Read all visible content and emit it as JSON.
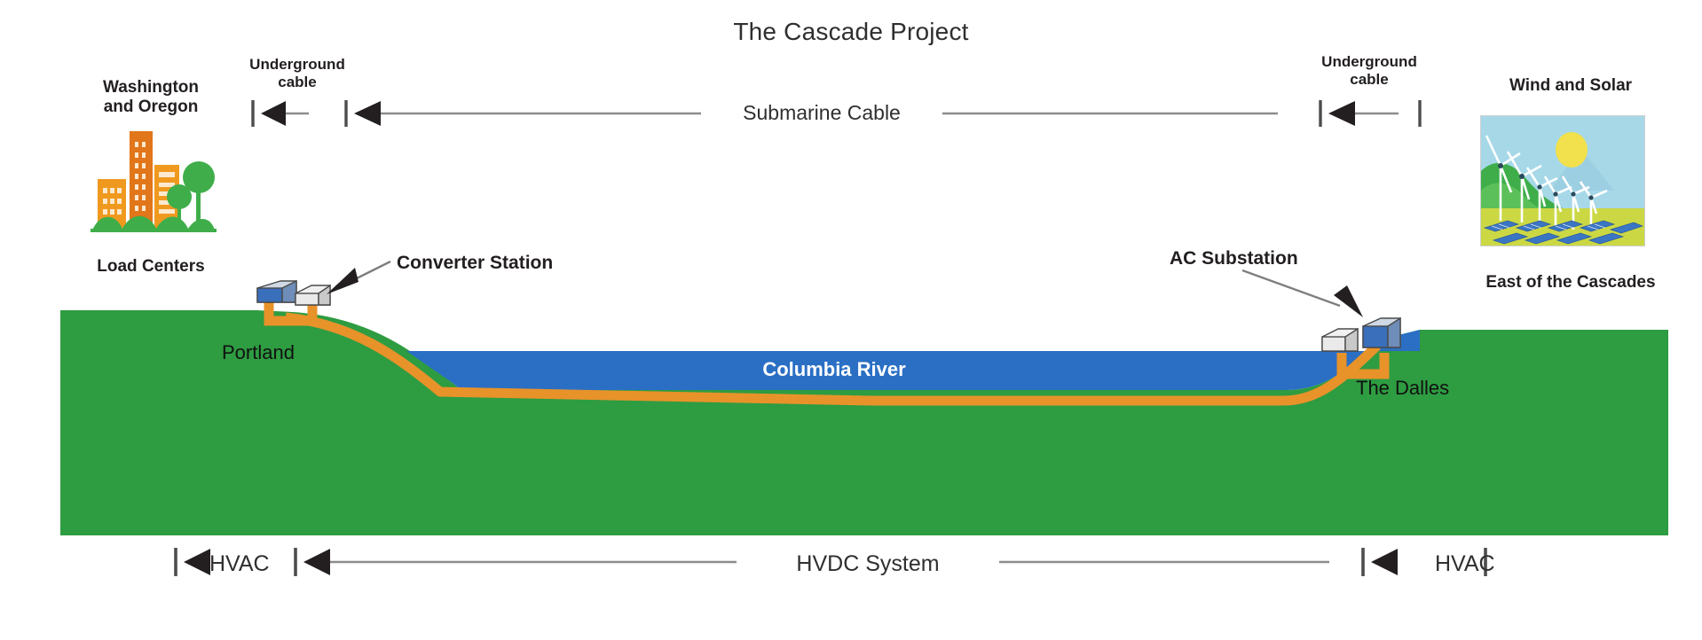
{
  "title": "The Cascade Project",
  "labels": {
    "washington_oregon": "Washington\nand Oregon",
    "load_centers": "Load Centers",
    "underground_cable_left": "Underground\ncable",
    "underground_cable_right": "Underground\ncable",
    "submarine_cable": "Submarine Cable",
    "converter_station": "Converter Station",
    "ac_substation": "AC Substation",
    "wind_and_solar": "Wind and Solar",
    "east_of_the_cascades": "East of the Cascades",
    "portland": "Portland",
    "the_dalles": "The Dalles",
    "columbia_river": "Columbia River",
    "hvac_left": "HVAC",
    "hvac_right": "HVAC",
    "hvdc_system": "HVDC System"
  },
  "colors": {
    "land_green": "#2e9c41",
    "river_blue": "#2a6fc4",
    "cable_orange": "#e8922a",
    "building_blue": "#3a6fbc",
    "building_grey": "#e6e6e6",
    "city_orange": "#f0991f",
    "city_dark_orange": "#e1761a",
    "tree_green": "#3fae4a",
    "sky_blue": "#a6d8e8",
    "sun_yellow": "#f2e14c",
    "panel_blue": "#3a76c4",
    "text_dark": "#231f20",
    "line_grey": "#8c8c8c"
  },
  "icons": {
    "city": "city-buildings-icon",
    "wind_solar": "wind-and-solar-farm-icon",
    "converter_station_marker": "arrow-pointer-icon",
    "ac_substation_marker": "arrow-pointer-icon"
  },
  "chart_data": {
    "type": "diagram",
    "title": "The Cascade Project",
    "description": "Cross-section schematic of an HVDC transmission link between Portland (Washington and Oregon load centers) and The Dalles (east of the Cascades wind and solar generation), crossing under the Columbia River.",
    "segments": [
      {
        "name": "HVAC",
        "side": "west",
        "label": "HVAC"
      },
      {
        "name": "Underground cable",
        "side": "west",
        "label": "Underground\ncable"
      },
      {
        "name": "Submarine Cable",
        "side": "center",
        "label": "Submarine Cable"
      },
      {
        "name": "Underground cable",
        "side": "east",
        "label": "Underground\ncable"
      },
      {
        "name": "HVAC",
        "side": "east",
        "label": "HVAC"
      },
      {
        "name": "HVDC System",
        "side": "full-span",
        "label": "HVDC System"
      }
    ],
    "endpoints": [
      {
        "name": "Portland",
        "facility": "Converter Station",
        "region": "Washington and Oregon",
        "kind": "Load Centers"
      },
      {
        "name": "The Dalles",
        "facility": "AC Substation",
        "region": "East of the Cascades",
        "kind": "Wind and Solar"
      }
    ],
    "water_body": "Columbia River"
  }
}
